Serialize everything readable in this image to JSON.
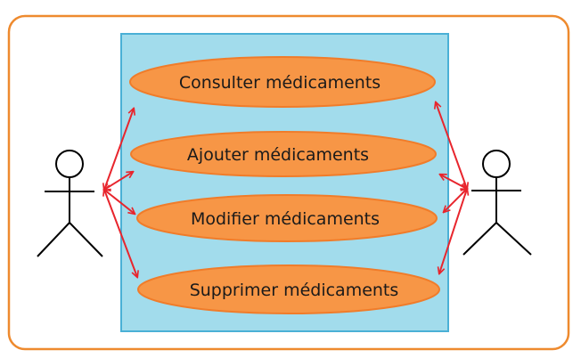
{
  "diagram": {
    "use_cases": [
      {
        "label": "Consulter médicaments"
      },
      {
        "label": "Ajouter médicaments"
      },
      {
        "label": "Modifier médicaments"
      },
      {
        "label": "Supprimer médicaments"
      }
    ],
    "colors": {
      "frame_border": "#ee8a2e",
      "system_fill": "#a2dcec",
      "system_border": "#4ab0d6",
      "use_case_fill": "#f79646",
      "use_case_border": "#f07c2a",
      "arrow": "#e8252d",
      "actor": "#000000"
    }
  }
}
